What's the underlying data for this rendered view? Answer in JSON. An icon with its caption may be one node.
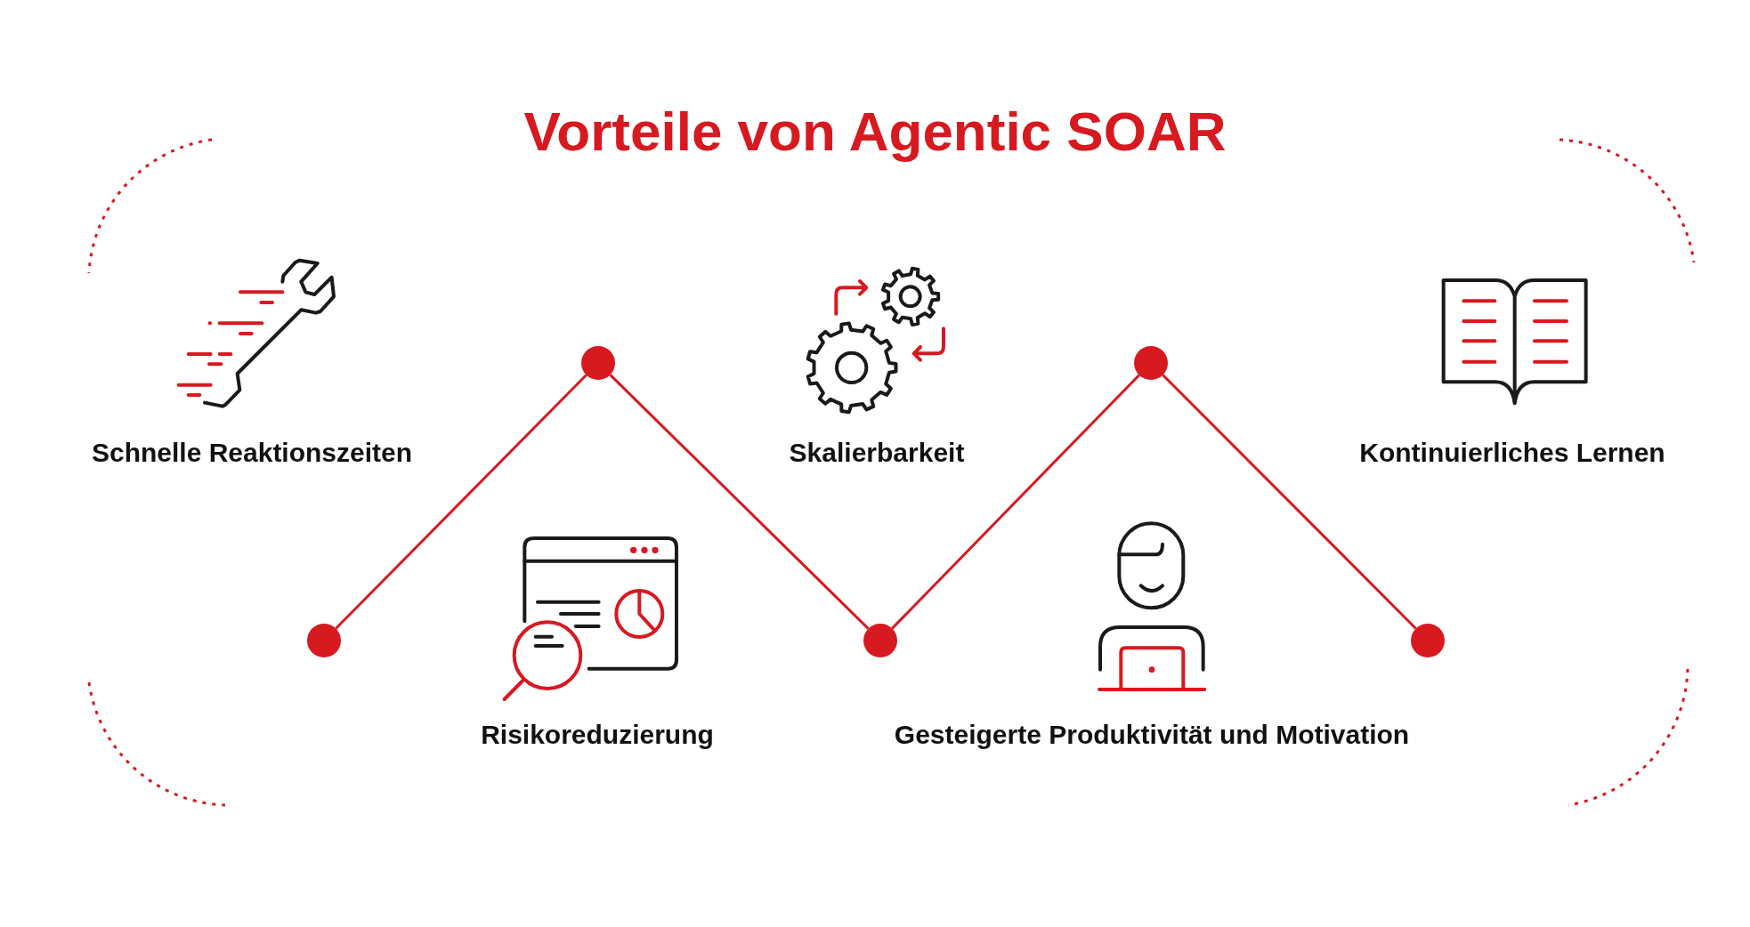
{
  "diagram": {
    "title": "Vorteile von Agentic SOAR",
    "nodes": [
      {
        "text": [],
        "shape": "circle"
      },
      {
        "text": [],
        "shape": "circle"
      },
      {
        "text": [],
        "shape": "circle"
      },
      {
        "text": [],
        "shape": "circle"
      },
      {
        "text": [],
        "shape": "circle"
      }
    ],
    "edges": [
      {
        "from": 0,
        "to": 1,
        "arrow": "none"
      },
      {
        "from": 1,
        "to": 2,
        "arrow": "none"
      },
      {
        "from": 2,
        "to": 3,
        "arrow": "none"
      },
      {
        "from": 3,
        "to": 4,
        "arrow": "none"
      }
    ],
    "labels": [
      "Schnelle Reaktionszeiten",
      "Skalierbarkeit",
      "Kontinuierliches Lernen",
      "Risikoreduzierung",
      "Gesteigerte Produktivität und Motivation"
    ]
  }
}
